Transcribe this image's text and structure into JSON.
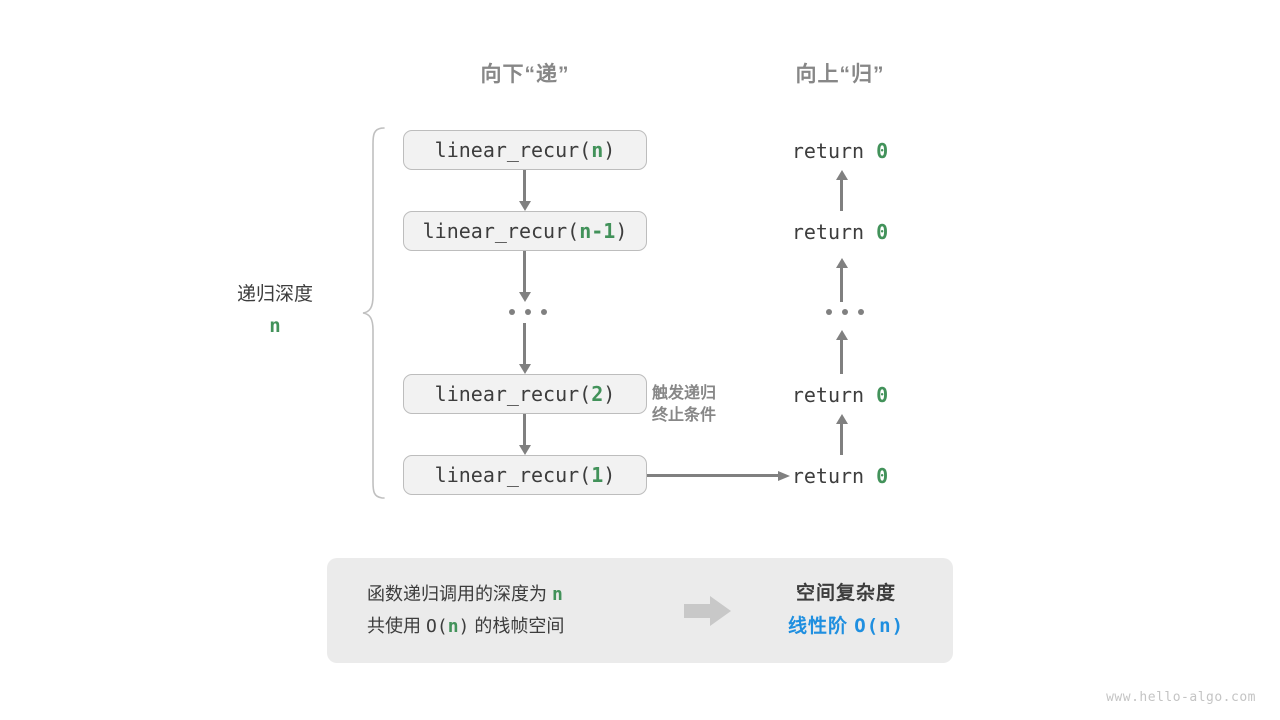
{
  "headers": {
    "down": "向下“递”",
    "up": "向上“归”"
  },
  "depth": {
    "label": "递归深度",
    "value": "n"
  },
  "call_stack": [
    {
      "prefix": "linear_recur(",
      "arg": "n",
      "suffix": ")"
    },
    {
      "prefix": "linear_recur(",
      "arg": "n-1",
      "suffix": ")"
    },
    {
      "ellipsis": "•••"
    },
    {
      "prefix": "linear_recur(",
      "arg": "2",
      "suffix": ")"
    },
    {
      "prefix": "linear_recur(",
      "arg": "1",
      "suffix": ")"
    }
  ],
  "returns": [
    {
      "keyword": "return",
      "value": "0"
    },
    {
      "keyword": "return",
      "value": "0"
    },
    {
      "ellipsis": "•••"
    },
    {
      "keyword": "return",
      "value": "0"
    },
    {
      "keyword": "return",
      "value": "0"
    }
  ],
  "termination_note": {
    "line1": "触发递归",
    "line2": "终止条件"
  },
  "summary": {
    "left_line1_a": "函数递归调用的深度为 ",
    "left_line1_n": "n",
    "left_line2_a": "共使用 ",
    "left_line2_o": "O(",
    "left_line2_n": "n",
    "left_line2_c": ")",
    "left_line2_b": " 的栈帧空间",
    "right_title": "空间复杂度",
    "right_value_label": "线性阶 ",
    "right_value_expr": "O(n)"
  },
  "watermark": "www.hello-algo.com",
  "colors": {
    "accent_green": "#42925a",
    "accent_blue": "#1f8fe0",
    "box_fill": "#f2f2f2",
    "box_border": "#bdbdbd",
    "panel_fill": "#ebebeb",
    "arrow_gray": "#808080",
    "text_dark": "#3d3d3d",
    "text_muted": "#878787"
  }
}
